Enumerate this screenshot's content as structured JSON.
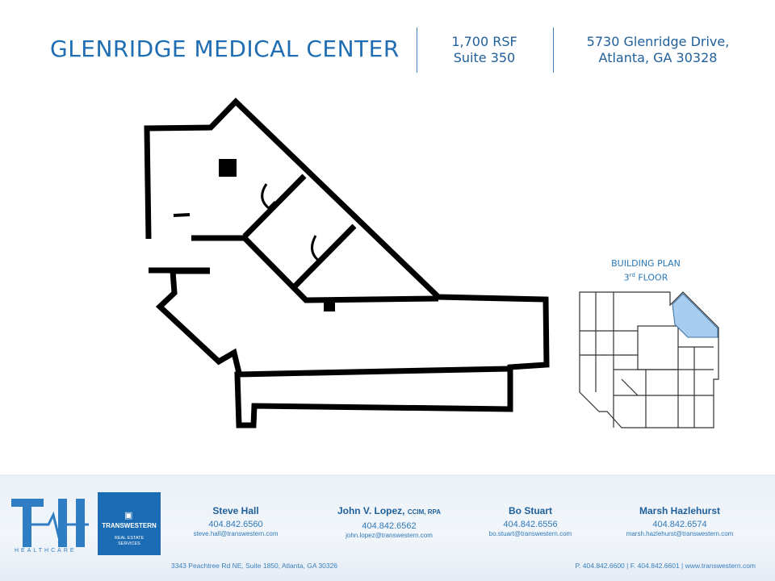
{
  "header": {
    "title": "GLENRIDGE MEDICAL CENTER",
    "size": "1,700 RSF",
    "suite": "Suite 350",
    "address_line1": "5730 Glenridge Drive,",
    "address_line2": "Atlanta, GA 30328"
  },
  "building_plan": {
    "label_line1": "BUILDING PLAN",
    "floor_number": "3",
    "floor_suffix": "rd",
    "floor_word": "FLOOR",
    "highlight_color": "#a9cdef"
  },
  "footer": {
    "th_logo_word": "HEALTHCARE",
    "tw_name": "TRANSWESTERN",
    "tw_sub_line1": "REAL ESTATE",
    "tw_sub_line2": "SERVICES",
    "contacts": [
      {
        "name": "Steve Hall",
        "cred": "",
        "phone": "404.842.6560",
        "email": "steve.hall@transwestern.com"
      },
      {
        "name": "John V. Lopez,",
        "cred": "CCIM, RPA",
        "phone": "404.842.6562",
        "email": "john.lopez@transwestern.com"
      },
      {
        "name": "Bo Stuart",
        "cred": "",
        "phone": "404.842.6556",
        "email": "bo.stuart@transwestern.com"
      },
      {
        "name": "Marsh Hazlehurst",
        "cred": "",
        "phone": "404.842.6574",
        "email": "marsh.hazlehurst@transwestern.com"
      }
    ],
    "office_address": "3343 Peachtree Rd NE, Suite 1850, Atlanta, GA 30326",
    "phone_fax_web": "P. 404.842.6600 | F. 404.842.6601    | www.transwestern.com"
  },
  "colors": {
    "brand_blue": "#1f6db2",
    "wall": "#000000"
  }
}
